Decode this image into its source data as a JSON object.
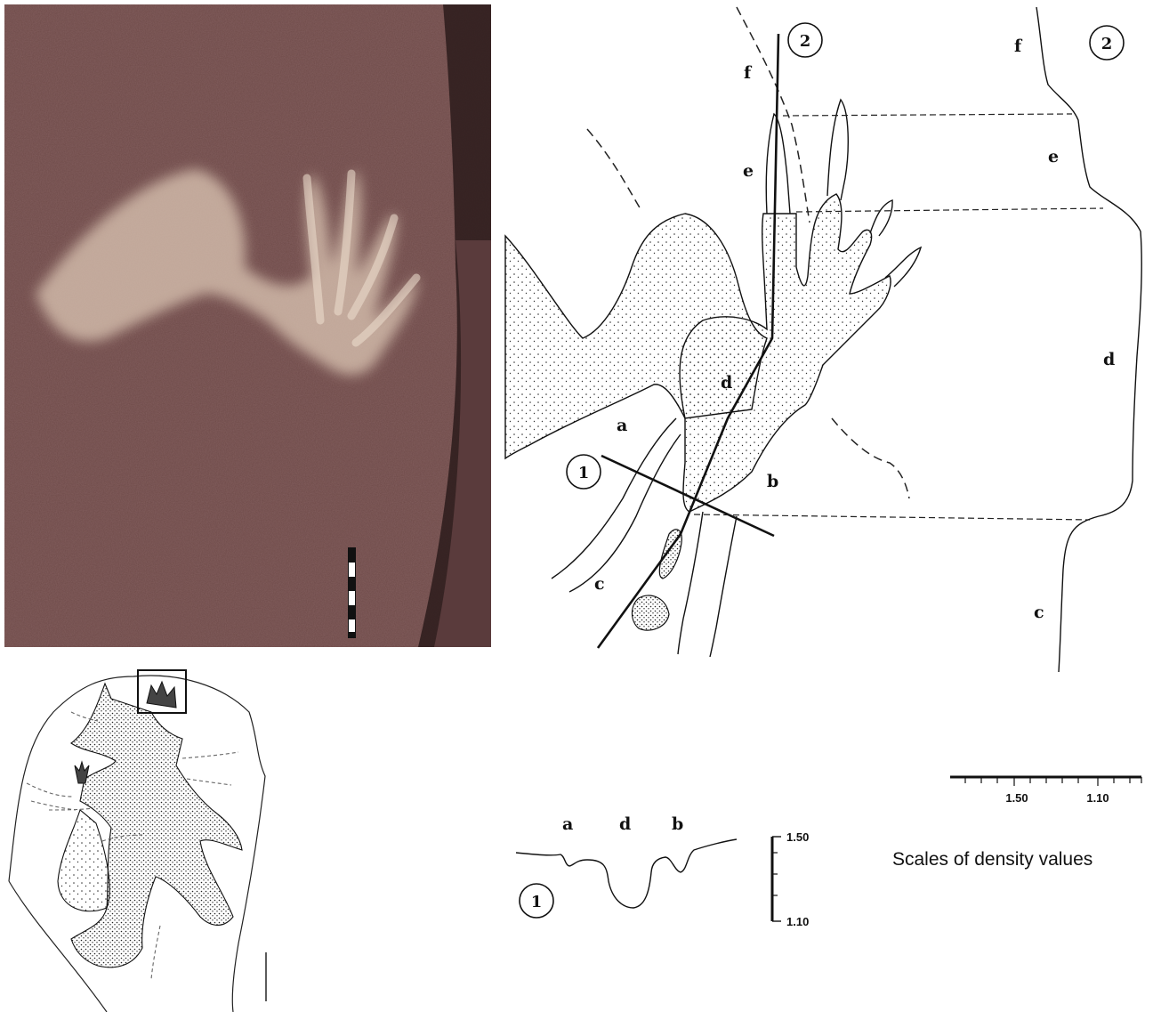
{
  "drawing_labels": {
    "f": "f",
    "e": "e",
    "d": "d",
    "a": "a",
    "b": "b",
    "c": "c"
  },
  "section_markers": {
    "one": "1",
    "two": "2"
  },
  "profile_2_labels": {
    "f": "f",
    "e": "e",
    "d": "d",
    "c": "c"
  },
  "profile_1_labels": {
    "a": "a",
    "d": "d",
    "b": "b"
  },
  "density_axis": {
    "top": "1.50",
    "bottom": "1.10"
  },
  "scale_bar": {
    "tick_left": "1.50",
    "tick_right": "1.10",
    "caption": "Scales of density values"
  },
  "colors": {
    "photo_rock": "#6e4a48",
    "engraving_light": "#d8c3b2",
    "ink": "#111111"
  }
}
